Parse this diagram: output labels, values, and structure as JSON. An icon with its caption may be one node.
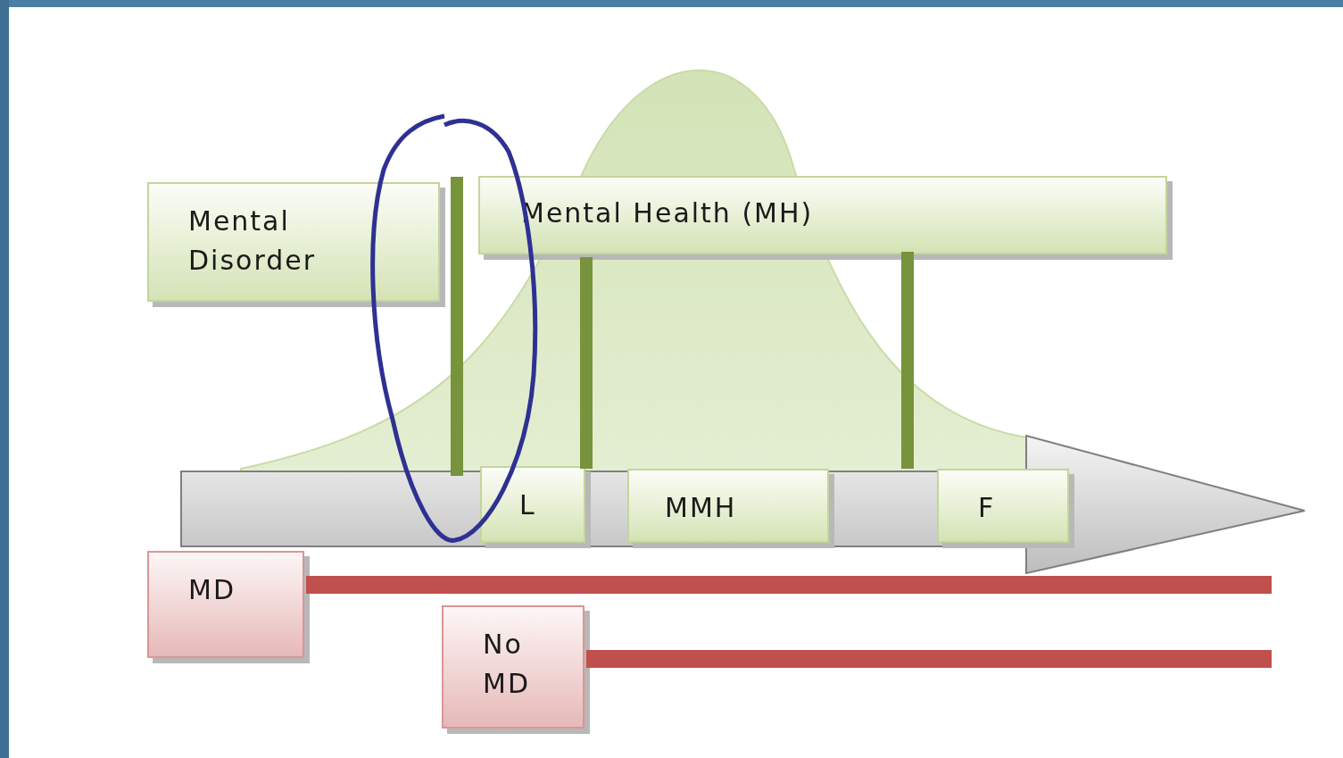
{
  "diagram": {
    "nodes": [
      {
        "text": [
          "Mental Disorder"
        ]
      },
      {
        "text": [
          "Mental Health (MH)"
        ]
      },
      {
        "text": [],
        "shape": "arrow"
      },
      {
        "text": [
          "L"
        ],
        "in": 2
      },
      {
        "text": [
          "MMH"
        ],
        "in": 2
      },
      {
        "text": [
          "F"
        ],
        "in": 2
      },
      {
        "text": [
          "MD"
        ]
      },
      {
        "text": [
          "No MD"
        ]
      },
      {
        "text": [],
        "shape": "bar"
      },
      {
        "text": [],
        "shape": "bar"
      },
      {
        "text": [],
        "shape": "bar"
      },
      {
        "text": [],
        "shape": "bar"
      },
      {
        "text": [],
        "shape": "bar"
      }
    ]
  }
}
